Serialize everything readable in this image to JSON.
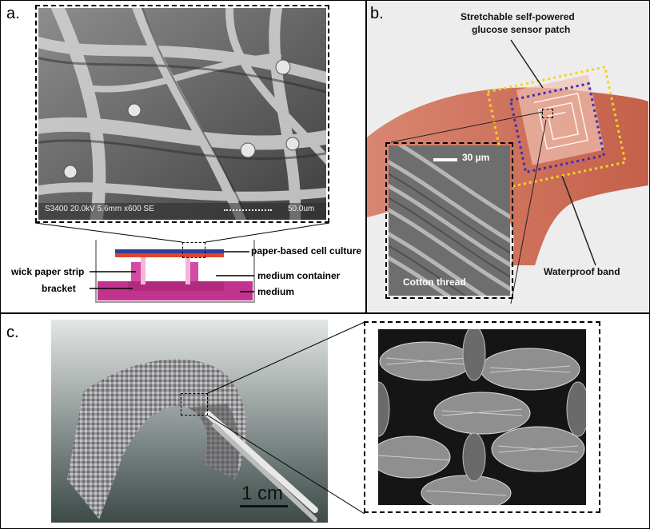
{
  "panel_a": {
    "label": "a.",
    "sem_info": "S3400 20.0kV 5.6mm x600 SE",
    "scale_text": "50.0um",
    "diagram": {
      "paper_culture": "paper-based cell culture",
      "wick_strip": "wick paper strip",
      "container": "medium container",
      "bracket": "bracket",
      "medium": "medium"
    },
    "colors": {
      "blue_layer": "#2e3f9e",
      "red_layer": "#e0452a",
      "medium": "#c2338f"
    }
  },
  "panel_b": {
    "label": "b.",
    "patch_label_line1": "Stretchable self-powered",
    "patch_label_line2": "glucose sensor patch",
    "inset_scale": "30 µm",
    "inset_caption": "Cotton thread",
    "band_label": "Waterproof band",
    "colors": {
      "yellow_dash": "#f5d31c",
      "blue_dash": "#3a2fb8"
    }
  },
  "panel_c": {
    "label": "c.",
    "scale_text": "1 cm"
  }
}
